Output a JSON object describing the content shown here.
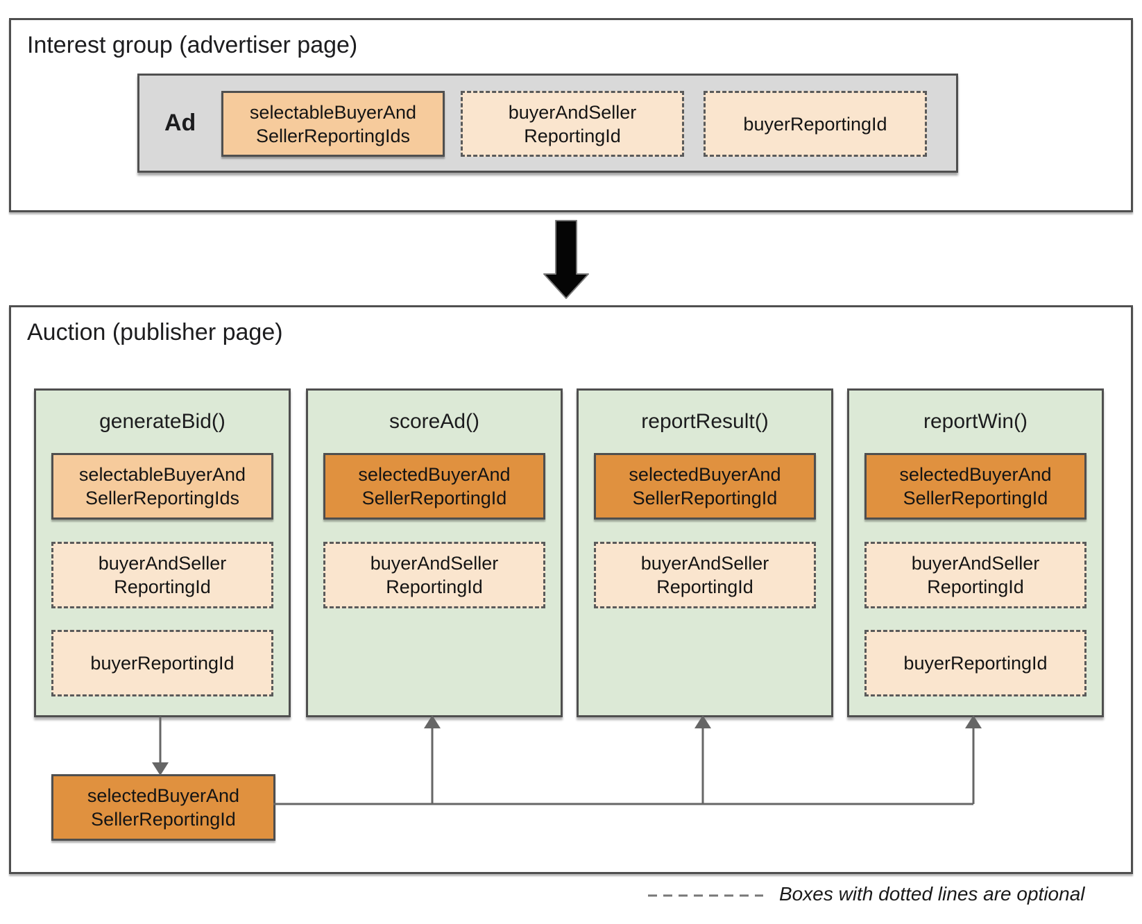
{
  "interest_group": {
    "title": "Interest group (advertiser page)",
    "ad_label": "Ad",
    "boxes": [
      {
        "label": "selectableBuyerAnd\nSellerReportingIds",
        "optional": false
      },
      {
        "label": "buyerAndSeller\nReportingId",
        "optional": true
      },
      {
        "label": "buyerReportingId",
        "optional": true
      }
    ]
  },
  "auction": {
    "title": "Auction (publisher page)",
    "columns": [
      {
        "title": "generateBid()",
        "boxes": [
          {
            "label": "selectableBuyerAnd\nSellerReportingIds",
            "optional": false
          },
          {
            "label": "buyerAndSeller\nReportingId",
            "optional": true
          },
          {
            "label": "buyerReportingId",
            "optional": true
          }
        ]
      },
      {
        "title": "scoreAd()",
        "boxes": [
          {
            "label": "selectedBuyerAnd\nSellerReportingId",
            "optional": false
          },
          {
            "label": "buyerAndSeller\nReportingId",
            "optional": true
          }
        ]
      },
      {
        "title": "reportResult()",
        "boxes": [
          {
            "label": "selectedBuyerAnd\nSellerReportingId",
            "optional": false
          },
          {
            "label": "buyerAndSeller\nReportingId",
            "optional": true
          }
        ]
      },
      {
        "title": "reportWin()",
        "boxes": [
          {
            "label": "selectedBuyerAnd\nSellerReportingId",
            "optional": false
          },
          {
            "label": "buyerAndSeller\nReportingId",
            "optional": true
          },
          {
            "label": "buyerReportingId",
            "optional": true
          }
        ]
      }
    ],
    "result_box": {
      "label": "selectedBuyerAnd\nSellerReportingId"
    }
  },
  "legend": {
    "text": "Boxes with dotted lines are optional"
  },
  "colors": {
    "light_orange": "#F6CB9C",
    "dark_orange": "#E0913F",
    "cream": "#FAE5CE",
    "green": "#DCE9D6",
    "gray": "#D9D9D9",
    "border": "#4F4F4F",
    "connector": "#666666"
  }
}
